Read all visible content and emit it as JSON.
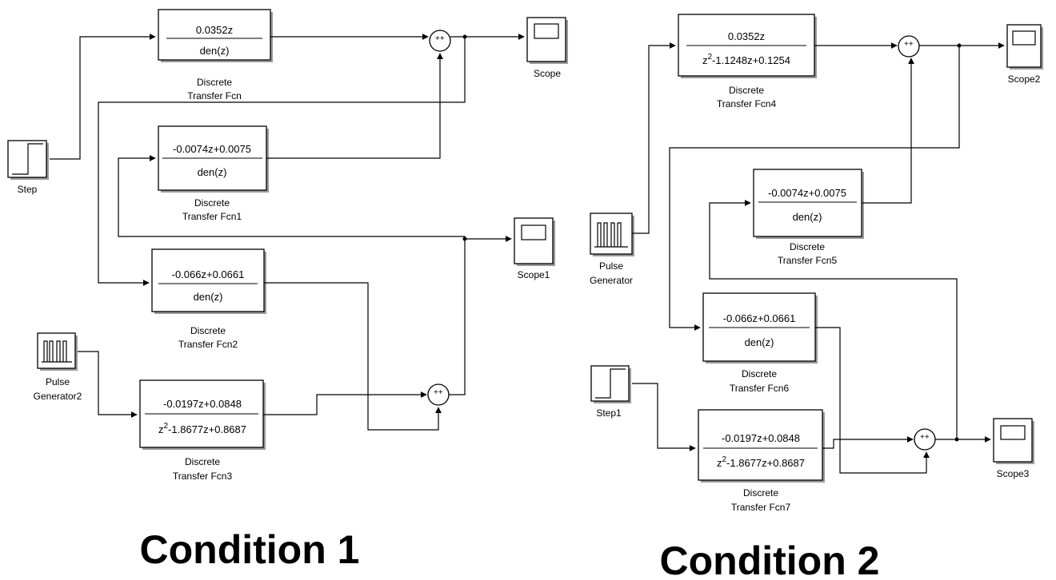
{
  "blocks": {
    "tf": {
      "num": "0.0352z",
      "den": "den(z)",
      "l1": "Discrete",
      "l2": "Transfer Fcn"
    },
    "tf1": {
      "num": "-0.0074z+0.0075",
      "den": "den(z)",
      "l1": "Discrete",
      "l2": "Transfer Fcn1"
    },
    "tf2": {
      "num": "-0.066z+0.0661",
      "den": "den(z)",
      "l1": "Discrete",
      "l2": "Transfer Fcn2"
    },
    "tf3": {
      "num": "-0.0197z+0.0848",
      "den_a": "z",
      "den_sup": "2",
      "den_b": "-1.8677z+0.8687",
      "l1": "Discrete",
      "l2": "Transfer Fcn3"
    },
    "tf4": {
      "num": "0.0352z",
      "den_a": "z",
      "den_sup": "2",
      "den_b": "-1.1248z+0.1254",
      "l1": "Discrete",
      "l2": "Transfer Fcn4"
    },
    "tf5": {
      "num": "-0.0074z+0.0075",
      "den": "den(z)",
      "l1": "Discrete",
      "l2": "Transfer Fcn5"
    },
    "tf6": {
      "num": "-0.066z+0.0661",
      "den": "den(z)",
      "l1": "Discrete",
      "l2": "Transfer Fcn6"
    },
    "tf7": {
      "num": "-0.0197z+0.0848",
      "den_a": "z",
      "den_sup": "2",
      "den_b": "-1.8677z+0.8687",
      "l1": "Discrete",
      "l2": "Transfer Fcn7"
    },
    "step": "Step",
    "step1": "Step1",
    "pulse": {
      "l1": "Pulse",
      "l2": "Generator"
    },
    "pulse2": {
      "l1": "Pulse",
      "l2": "Generator2"
    },
    "scope": "Scope",
    "scope1": "Scope1",
    "scope2": "Scope2",
    "scope3": "Scope3",
    "sum_signs": "++"
  },
  "captions": {
    "condition1": "Condition 1",
    "condition2": "Condition 2"
  }
}
